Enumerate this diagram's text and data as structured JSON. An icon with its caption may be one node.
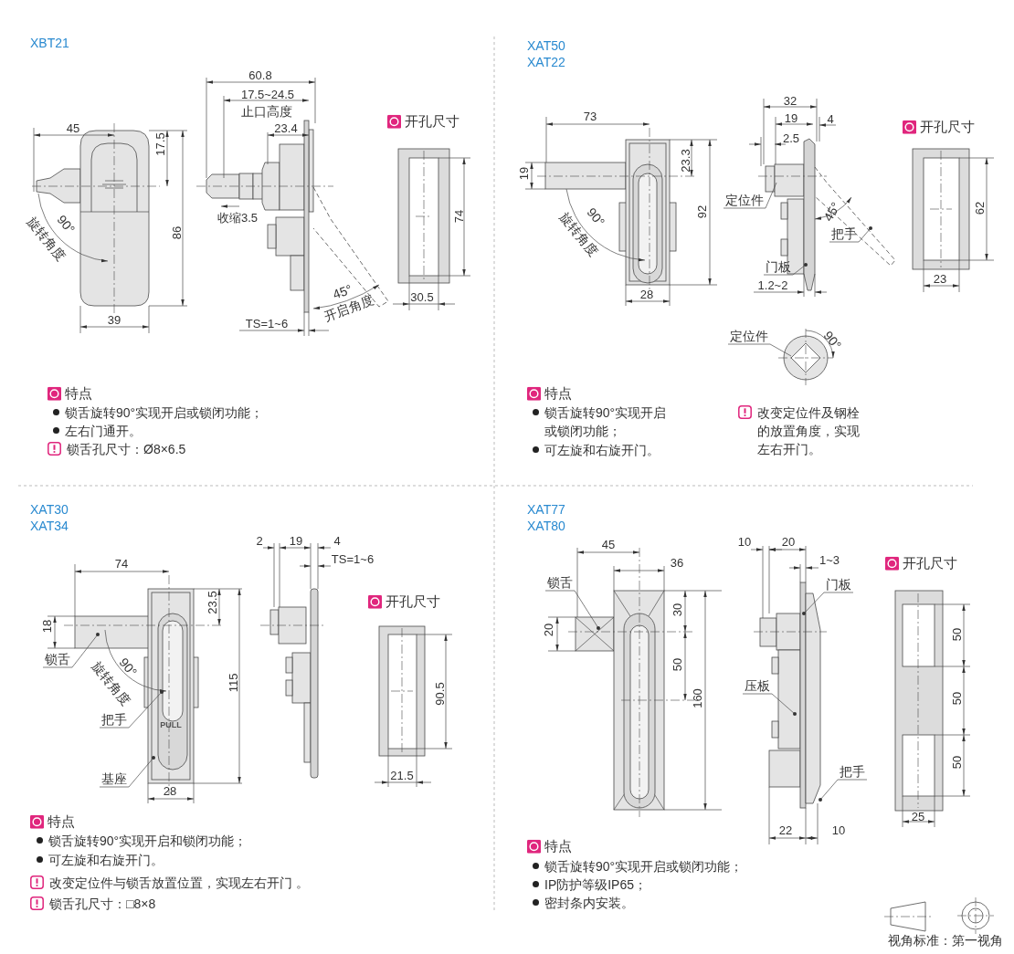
{
  "diagram": {
    "nodes": [
      {
        "text": [
          "定位件"
        ]
      },
      {
        "text": [
          "把手"
        ]
      },
      {
        "text": [
          "门板"
        ]
      },
      {
        "text": [
          "定位件"
        ]
      },
      {
        "text": [
          "锁舌"
        ]
      },
      {
        "text": [
          "把手"
        ]
      },
      {
        "text": [
          "基座"
        ]
      },
      {
        "text": [
          "锁舌"
        ]
      },
      {
        "text": [
          "门板"
        ]
      },
      {
        "text": [
          "压板"
        ]
      },
      {
        "text": [
          "把手"
        ]
      }
    ],
    "edges": [
      {
        "from": 0,
        "to": null,
        "arrow": "none"
      },
      {
        "from": 1,
        "to": null,
        "arrow": "other"
      },
      {
        "from": 2,
        "to": null,
        "arrow": "other"
      },
      {
        "from": 3,
        "to": null,
        "arrow": "none"
      },
      {
        "from": 4,
        "to": null,
        "arrow": "other"
      },
      {
        "from": 5,
        "to": null,
        "arrow": "other"
      },
      {
        "from": 6,
        "to": null,
        "arrow": "other"
      },
      {
        "from": 7,
        "to": null,
        "arrow": "other"
      },
      {
        "from": 8,
        "to": null,
        "arrow": "other"
      },
      {
        "from": 9,
        "to": null,
        "arrow": "other"
      },
      {
        "from": 10,
        "to": null,
        "arrow": "other"
      }
    ],
    "labels": [
      "XBT21",
      "60.8",
      "17.5~24.5",
      "止口高度",
      "45",
      "23.4",
      "开孔尺寸",
      "17.5",
      "收缩3.5",
      "74",
      "90°",
      "旋转角度",
      "86",
      "45°",
      "30.5",
      "开启角度",
      "39",
      "TS=1~6",
      "特点",
      "锁舌旋转90°实现开启或锁闭功能；",
      "左右门通开。",
      "锁舌孔尺寸：Ø8×6.5",
      "XAT50",
      "XAT22",
      "32",
      "73",
      "19",
      "4",
      "开孔尺寸",
      "2.5",
      "23.3",
      "19",
      "62",
      "92",
      "90°",
      "旋转角度",
      "45°",
      "1.2~2",
      "23",
      "28",
      "90°",
      "特点",
      "锁舌旋转90°实现开启或锁闭功能；",
      "可左旋和右旋开门。",
      "改变定位件及钢栓的放置角度，实现左右开门。",
      "XAT30",
      "XAT34",
      "2",
      "19",
      "4",
      "TS=1~6",
      "74",
      "开孔尺寸",
      "23.5",
      "18",
      "90°",
      "旋转角度",
      "115",
      "90.5",
      "PULL",
      "21.5",
      "28",
      "特点",
      "锁舌旋转90°实现开启和锁闭功能；",
      "可左旋和右旋开门。",
      "改变定位件与锁舌放置位置，实现左右开门 。",
      "锁舌孔尺寸：□8×8",
      "XAT77",
      "XAT80",
      "10",
      "20",
      "45",
      "1~3",
      "36",
      "开孔尺寸",
      "30",
      "20",
      "50",
      "50",
      "160",
      "50",
      "50",
      "25",
      "22",
      "10",
      "特点",
      "锁舌旋转90°实现开启或锁闭功能；",
      "IP防护等级IP65；",
      "密封条内安装。",
      "视角标准：第一视角"
    ]
  }
}
